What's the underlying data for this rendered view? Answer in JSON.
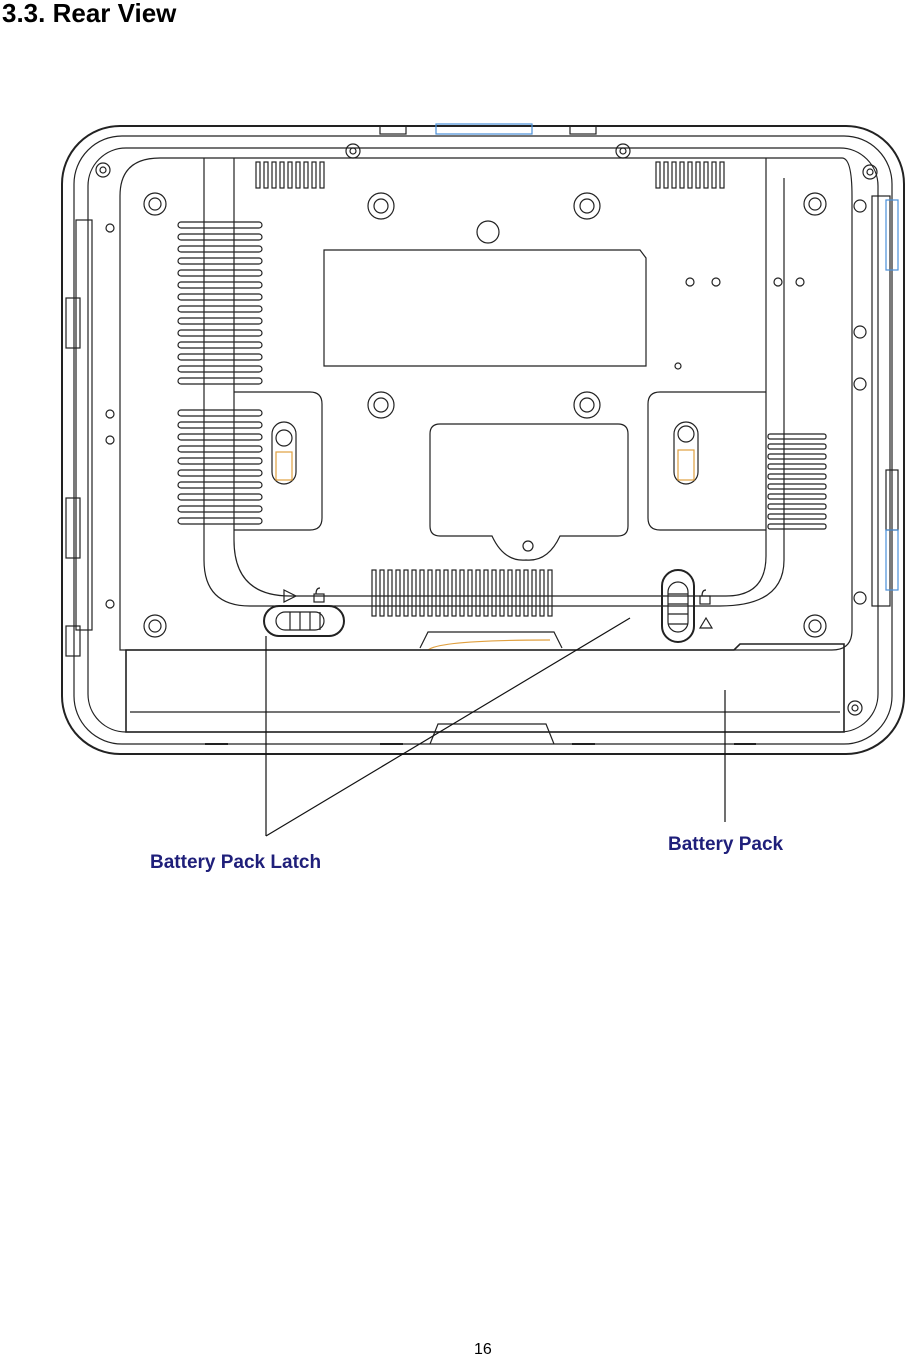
{
  "document": {
    "section_title": "3.3. Rear View",
    "page_number": "16"
  },
  "figure": {
    "callouts": {
      "battery_pack_latch": "Battery Pack Latch",
      "battery_pack": "Battery Pack"
    },
    "colors": {
      "line": "#222222",
      "label": "#1f1f7a",
      "highlight": "#e0a040",
      "accent_blue": "#4a90d9"
    }
  }
}
